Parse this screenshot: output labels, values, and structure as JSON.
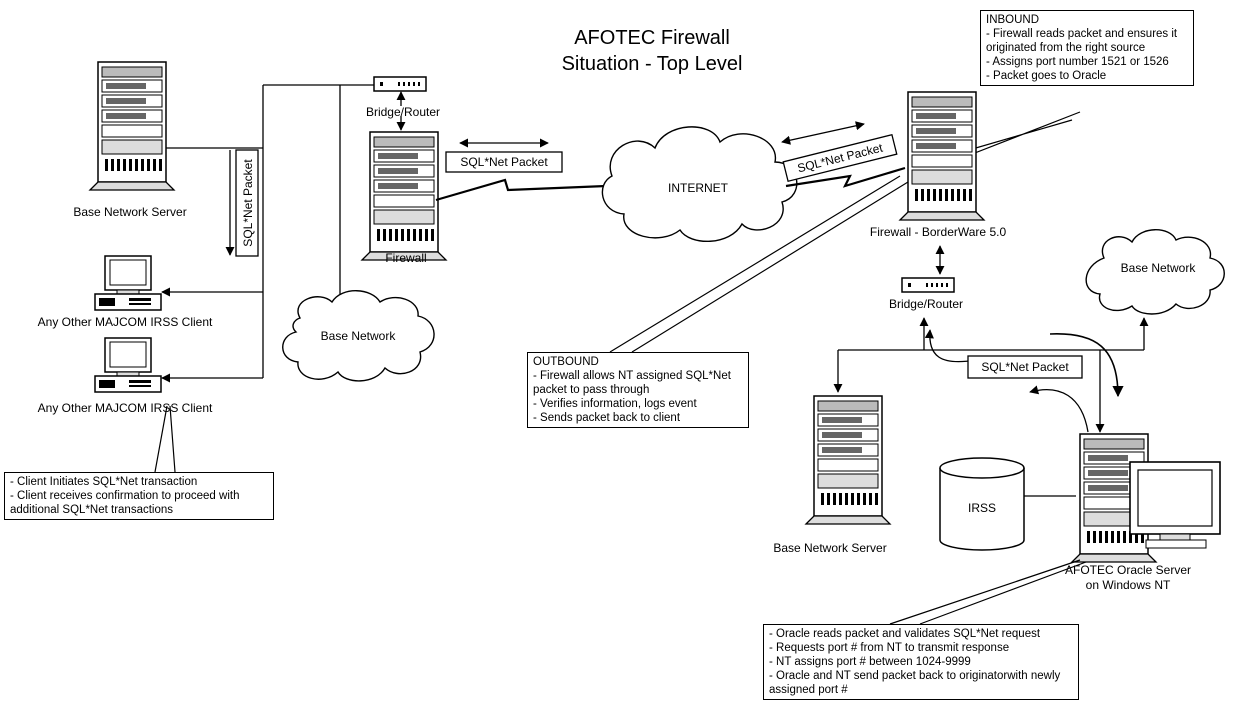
{
  "title": {
    "line1": "AFOTEC Firewall",
    "line2": "Situation - Top Level"
  },
  "labels": {
    "base_server_left": "Base Network Server",
    "client_1": "Any Other MAJCOM IRSS Client",
    "client_2": "Any Other MAJCOM IRSS Client",
    "bridge_router_left": "Bridge/Router",
    "firewall_left": "Firewall",
    "base_network_left": "Base Network",
    "internet": "INTERNET",
    "firewall_right": "Firewall - BorderWare 5.0",
    "bridge_router_right": "Bridge/Router",
    "base_network_right": "Base Network",
    "base_server_right": "Base Network Server",
    "irss_db": "IRSS",
    "oracle_server_line1": "AFOTEC Oracle Server",
    "oracle_server_line2": "on Windows NT"
  },
  "packets": {
    "vertical": "SQL*Net Packet",
    "left": "SQL*Net Packet",
    "right": "SQL*Net Packet",
    "bottom": "SQL*Net Packet"
  },
  "callouts": {
    "inbound": {
      "heading": "INBOUND",
      "lines": [
        "- Firewall reads packet and ensures it",
        "originated from the right source",
        "- Assigns port number 1521 or 1526",
        "- Packet goes to Oracle"
      ]
    },
    "outbound": {
      "heading": "OUTBOUND",
      "lines": [
        "- Firewall allows NT assigned SQL*Net",
        "packet to pass through",
        "- Verifies information, logs event",
        "- Sends packet back to client"
      ]
    },
    "client": {
      "lines": [
        "- Client Initiates SQL*Net transaction",
        "- Client receives confirmation to proceed with",
        "additional SQL*Net transactions"
      ]
    },
    "oracle": {
      "lines": [
        "- Oracle reads packet and validates SQL*Net request",
        "- Requests port # from NT to transmit response",
        "- NT assigns port # between 1024-9999",
        "- Oracle and NT send packet back to originatorwith newly",
        "assigned port #"
      ]
    }
  }
}
